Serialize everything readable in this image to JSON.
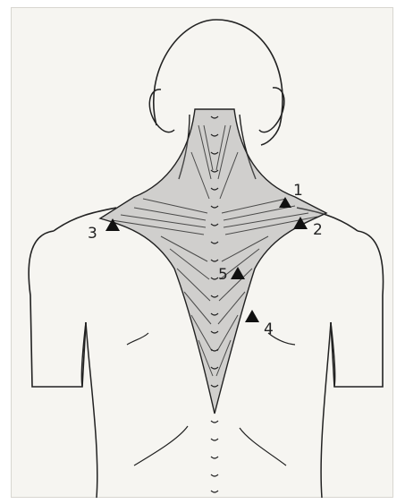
{
  "figure": {
    "labels": [
      {
        "id": "1",
        "text": "1"
      },
      {
        "id": "2",
        "text": "2"
      },
      {
        "id": "3",
        "text": "3"
      },
      {
        "id": "4",
        "text": "4"
      },
      {
        "id": "5",
        "text": "5"
      }
    ],
    "colors": {
      "ink": "#222222",
      "paper": "#f6f5f1",
      "muscle": "#555555"
    }
  }
}
